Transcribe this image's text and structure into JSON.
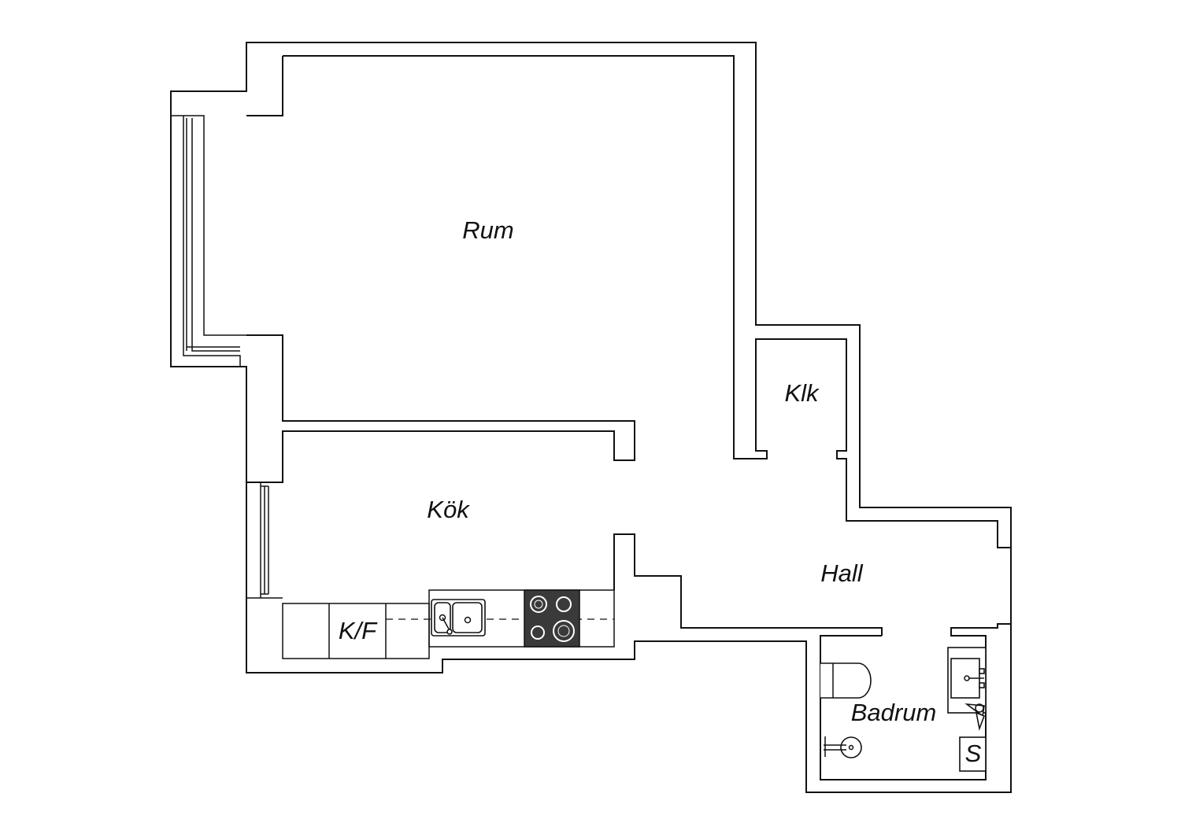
{
  "rooms": {
    "rum": "Rum",
    "kok": "Kök",
    "klk": "Klk",
    "hall": "Hall",
    "badrum": "Badrum"
  },
  "fixtures": {
    "fridge_freezer": "K/F",
    "shower_marker": "S"
  },
  "colors": {
    "line": "#111111",
    "background": "#ffffff",
    "stove_top": "#3a3a3a"
  }
}
